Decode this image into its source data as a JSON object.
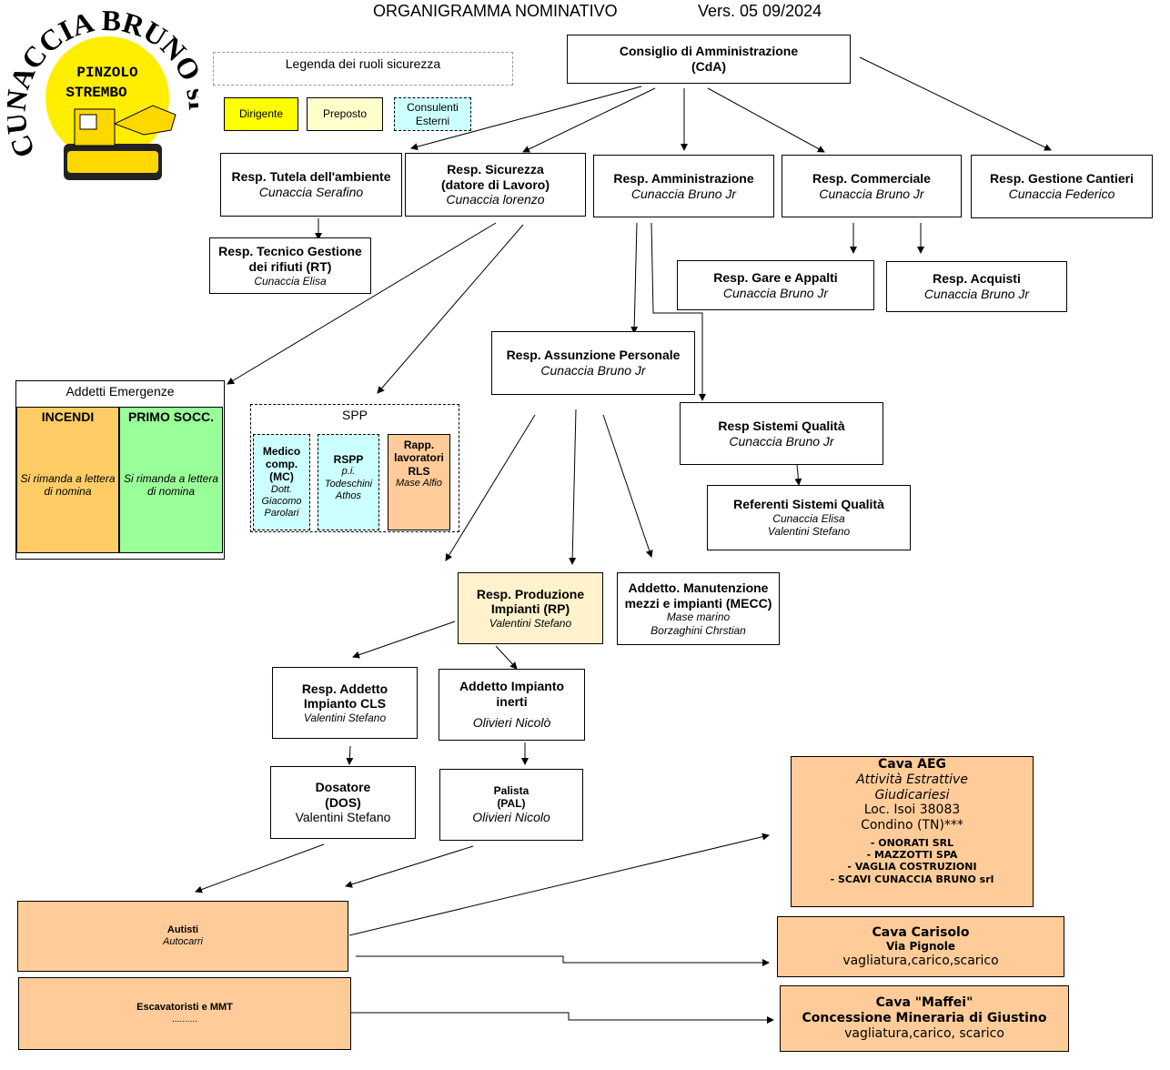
{
  "title": "ORGANIGRAMMA NOMINATIVO",
  "version": "Vers. 05 09/2024",
  "logo": {
    "ring_text": "CUNACCIA BRUNO srl",
    "line1": "PINZOLO",
    "line2": "STREMBO"
  },
  "legend": {
    "title": "Legenda dei ruoli sicurezza",
    "dirigente": "Dirigente",
    "preposto": "Preposto",
    "consulenti": "Consulenti\nEsterni"
  },
  "cda": {
    "title": "Consiglio di Amministrazione",
    "abbr": "(CdA)"
  },
  "ambiente": {
    "title": "Resp. Tutela dell'ambiente",
    "name": "Cunaccia Serafino"
  },
  "sicurezza": {
    "title": "Resp. Sicurezza\n(datore di Lavoro)",
    "name": "Cunaccia lorenzo"
  },
  "amministrazione": {
    "title": "Resp. Amministrazione",
    "name": "Cunaccia Bruno Jr"
  },
  "commerciale": {
    "title": "Resp. Commerciale",
    "name": "Cunaccia Bruno Jr"
  },
  "cantieri": {
    "title": "Resp. Gestione Cantieri",
    "name": "Cunaccia Federico"
  },
  "rifiuti": {
    "title": "Resp. Tecnico Gestione\ndei rifiuti (RT)",
    "name": "Cunaccia Elisa"
  },
  "gare": {
    "title": "Resp. Gare e Appalti",
    "name": "Cunaccia Bruno Jr"
  },
  "acquisti": {
    "title": "Resp. Acquisti",
    "name": "Cunaccia Bruno Jr"
  },
  "assunzione": {
    "title": "Resp. Assunzione Personale",
    "name": "Cunaccia Bruno Jr"
  },
  "qualita": {
    "title": "Resp Sistemi  Qualità",
    "name": "Cunaccia Bruno Jr"
  },
  "referenti": {
    "title": "Referenti Sistemi  Qualità",
    "name": "Cunaccia Elisa\nValentini Stefano"
  },
  "emergenze": {
    "title": "Addetti Emergenze",
    "incendi": "INCENDI",
    "primo": "PRIMO SOCC.",
    "incendi_note": "Si rimanda a lettera di nomina",
    "primo_note": "Si rimanda a lettera di nomina"
  },
  "spp": {
    "title": "SPP",
    "medico_title": "Medico\ncomp.\n(MC)",
    "medico_name": "Dott.\nGiacomo\nParolari",
    "rspp_title": "RSPP",
    "rspp_name": "p.i.\nTodeschini\nAthos",
    "rls_title": "Rapp.\nlavoratori\nRLS",
    "rls_name": "Mase Alfio"
  },
  "produzione": {
    "title": "Resp. Produzione\nImpianti (RP)",
    "name": "Valentini Stefano"
  },
  "manutenzione": {
    "title": "Addetto. Manutenzione\nmezzi e impianti (MECC)",
    "name": "Mase marino\nBorzaghini Chrstian"
  },
  "cls": {
    "title": "Resp. Addetto\nImpianto CLS",
    "name": "Valentini Stefano"
  },
  "inerti": {
    "title": "Addetto Impianto\ninerti",
    "name": "Olivieri Nicolò"
  },
  "dosatore": {
    "title": "Dosatore\n(DOS)",
    "name": "Valentini Stefano"
  },
  "palista": {
    "title": "Palista\n(PAL)",
    "name": "Olivieri Nicolo"
  },
  "autisti": {
    "title": "Autisti",
    "name": "Autocarri"
  },
  "escavatoristi": {
    "title": "Escavatoristi  e MMT",
    "name": ".........."
  },
  "aeg": {
    "title": "Cava AEG",
    "sub": "Attività Estrattive\nGiudicariesi",
    "addr": "Loc. Isoi 38083\nCondino (TN)***",
    "list": "- ONORATI SRL\n- MAZZOTTI  SPA\n- VAGLIA COSTRUZIONI\n- SCAVI  CUNACCIA BRUNO srl"
  },
  "carisolo": {
    "title": "Cava Carisolo",
    "sub": "Via Pignole",
    "desc": "vagliatura,carico,scarico"
  },
  "maffei": {
    "title": "Cava \"Maffei\"\nConcessione Mineraria di Giustino",
    "desc": "vagliatura,carico, scarico"
  }
}
